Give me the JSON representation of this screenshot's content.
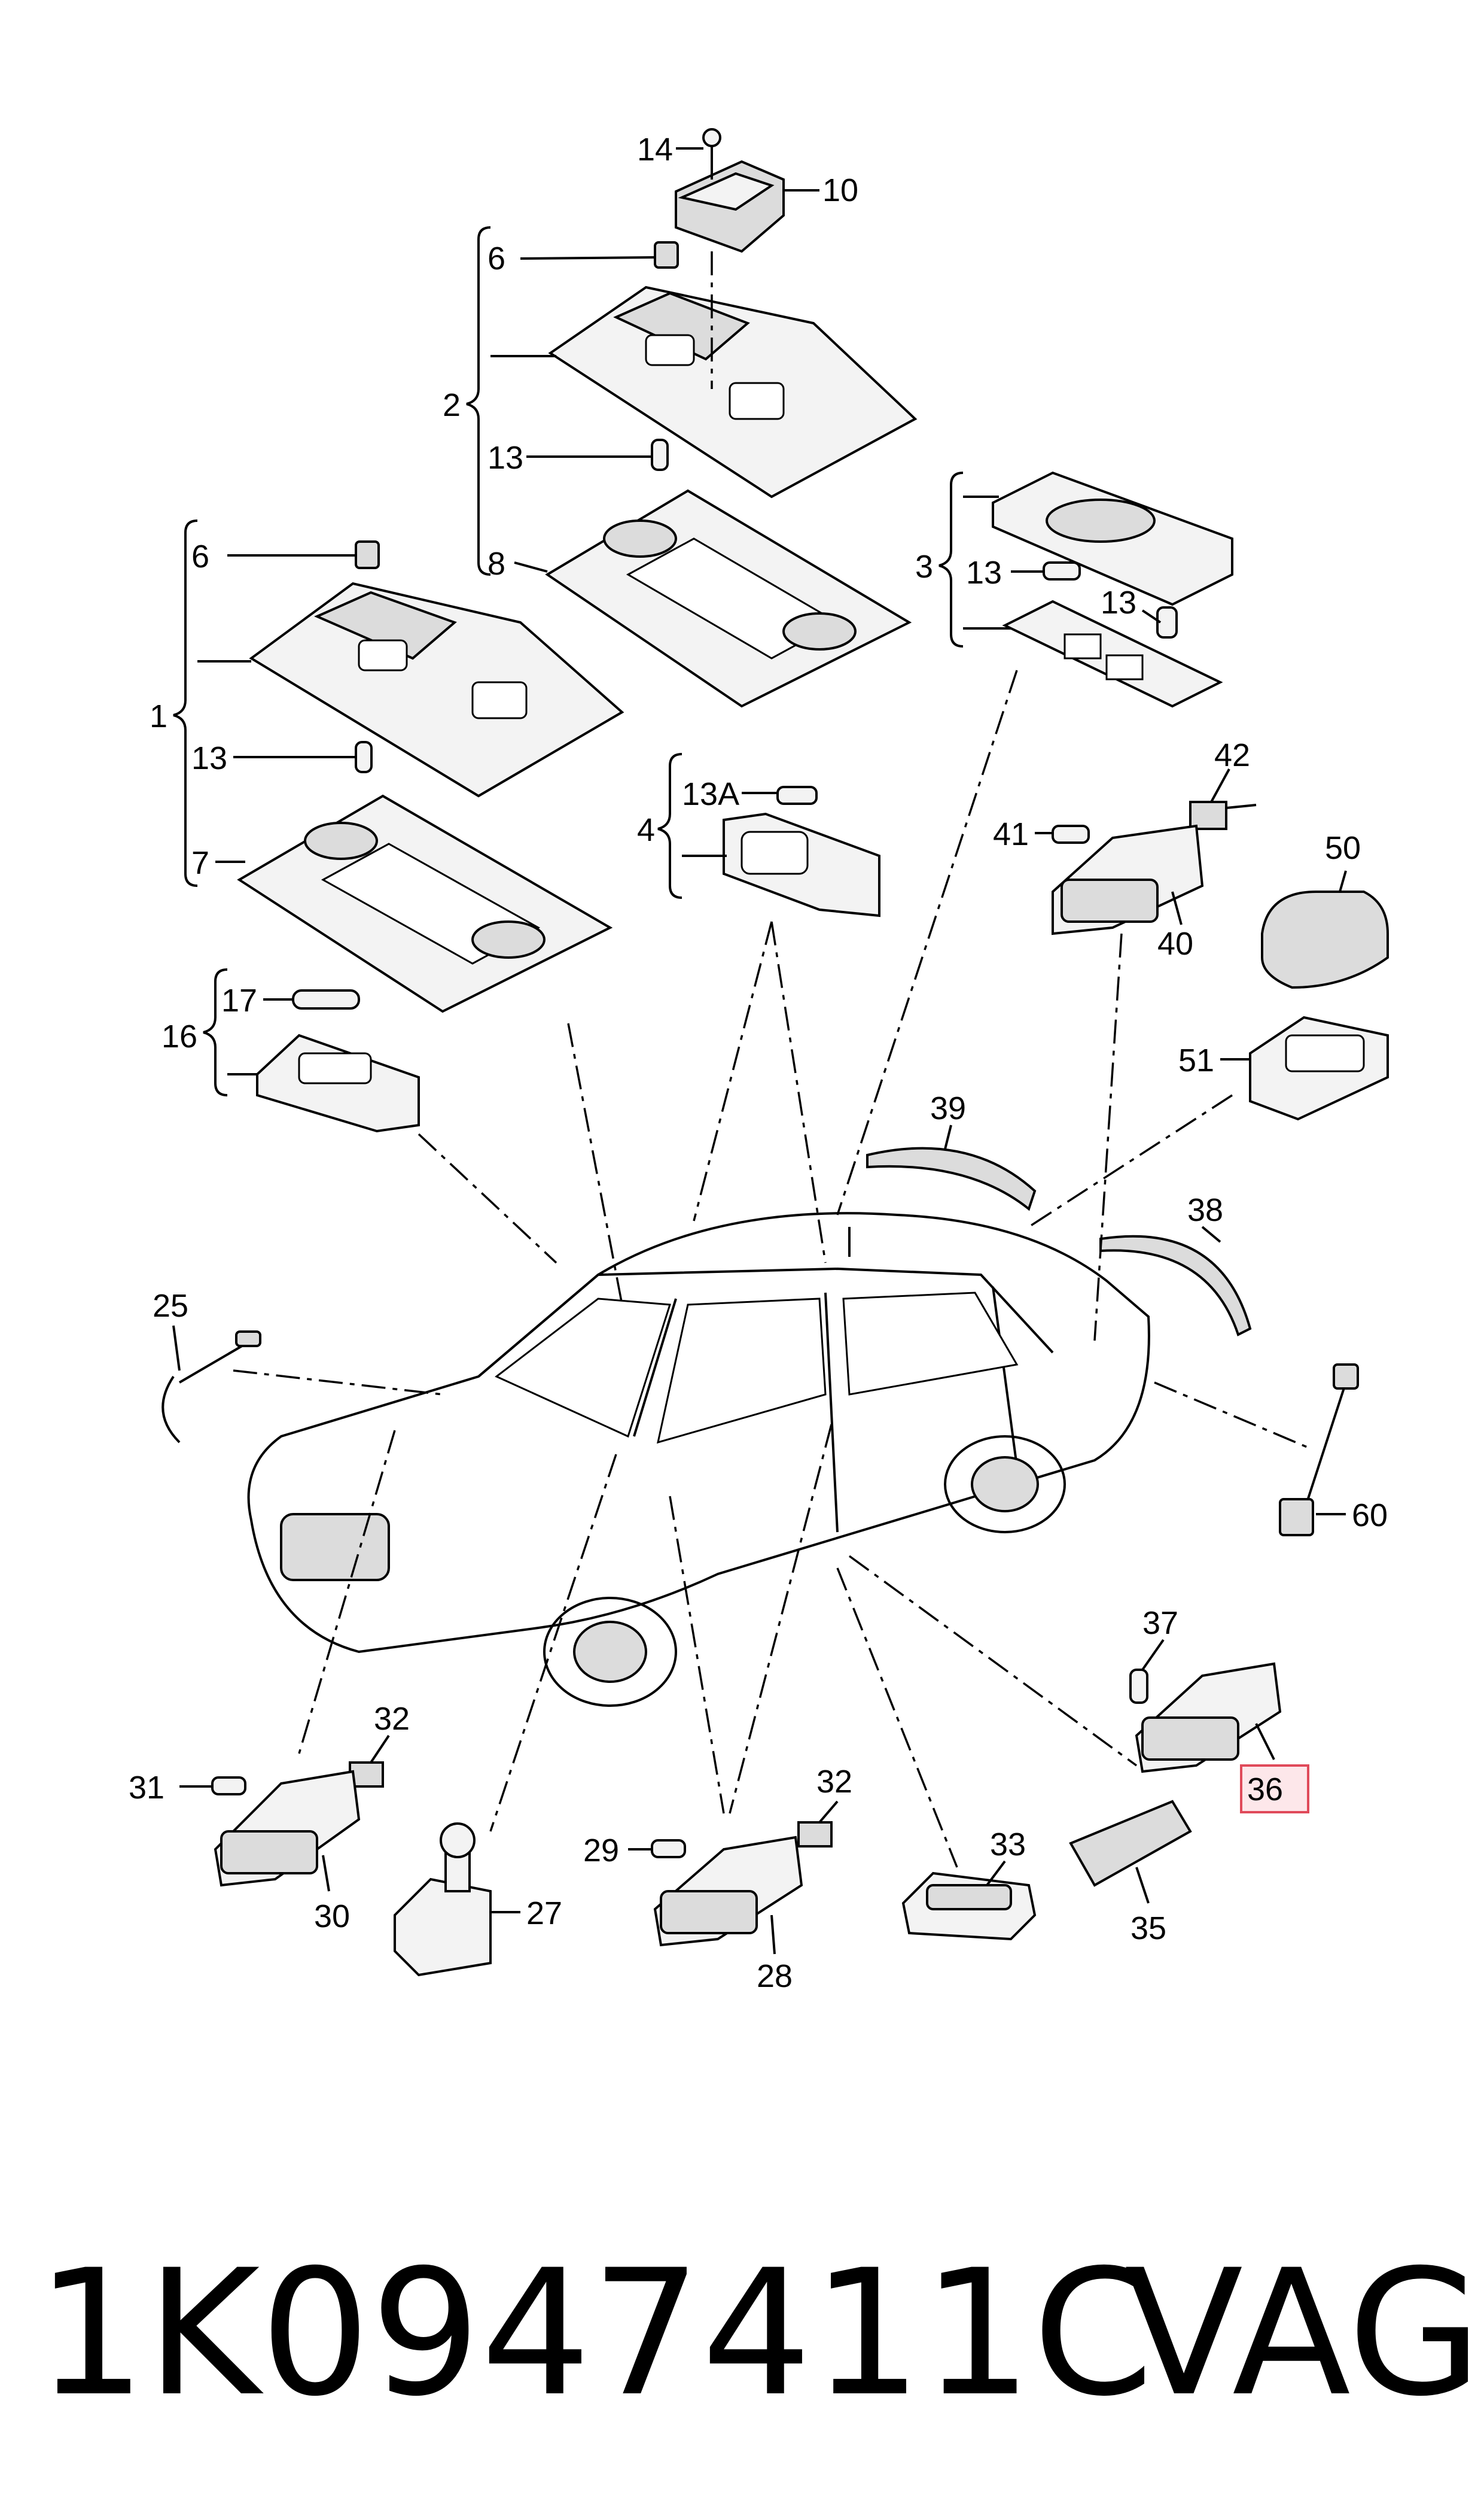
{
  "labels": {
    "c1": "1",
    "c2": "2",
    "c3": "3",
    "c4": "4",
    "c6a": "6",
    "c6b": "6",
    "c7": "7",
    "c8": "8",
    "c10": "10",
    "c13a": "13",
    "c13b": "13",
    "c13c": "13",
    "c13d": "13",
    "c13A": "13A",
    "c14": "14",
    "c16": "16",
    "c17": "17",
    "c25": "25",
    "c27": "27",
    "c28": "28",
    "c29": "29",
    "c30": "30",
    "c31": "31",
    "c32a": "32",
    "c32b": "32",
    "c33": "33",
    "c35": "35",
    "c36": "36",
    "c37": "37",
    "c38": "38",
    "c39": "39",
    "c40": "40",
    "c41": "41",
    "c42": "42",
    "c50": "50",
    "c51": "51",
    "c60": "60"
  },
  "highlighted_callout": "36",
  "colors": {
    "line": "#000000",
    "highlight_fill": "#fde7ea",
    "highlight_border": "#e04a5a"
  },
  "caption": {
    "part_number": "1K0947411C",
    "brand": "VAG"
  }
}
